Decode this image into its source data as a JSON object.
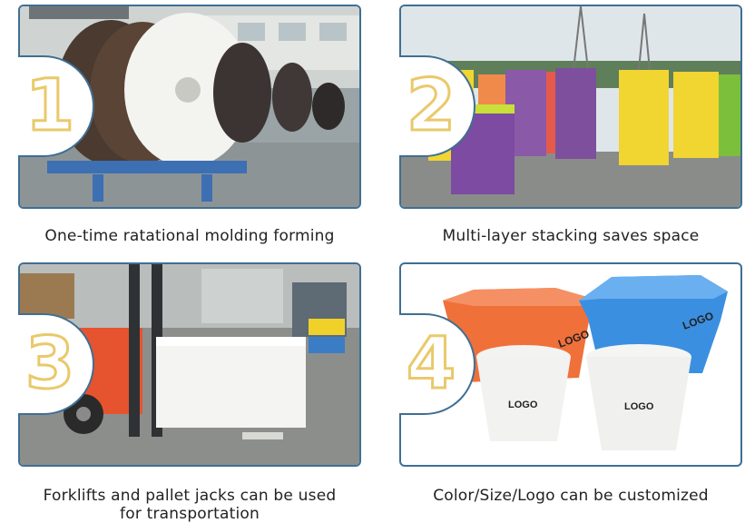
{
  "panels": [
    {
      "number": "1",
      "caption": "One-time ratational molding forming"
    },
    {
      "number": "2",
      "caption": "Multi-layer stacking saves space"
    },
    {
      "number": "3",
      "caption": "Forklifts and pallet jacks can be used\nfor transportation"
    },
    {
      "number": "4",
      "caption": "Color/Size/Logo can be customized"
    }
  ],
  "logos": {
    "orange": "LOGO",
    "blue": "LOGO",
    "white_left": "LOGO",
    "white_right": "LOGO"
  },
  "colors": {
    "border": "#3f6f93",
    "badge_number": "#e9c96a"
  }
}
